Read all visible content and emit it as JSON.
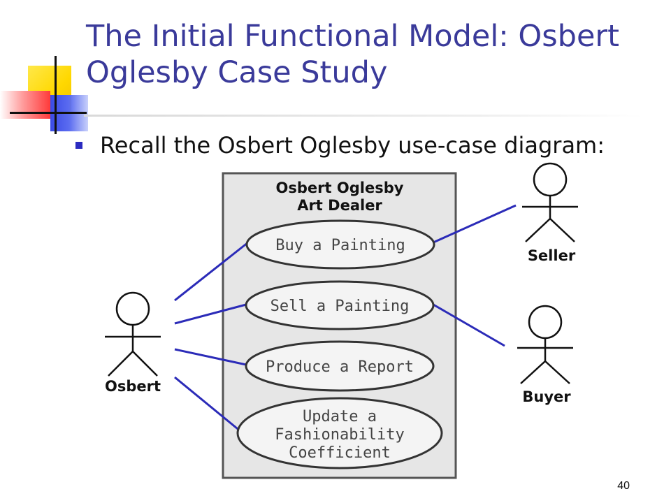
{
  "slide": {
    "title_line1": "The Initial Functional Model: Osbert",
    "title_line2": "Oglesby Case Study",
    "bullet": "Recall the Osbert Oglesby use-case diagram:",
    "page_number": "40"
  },
  "diagram": {
    "system_name_line1": "Osbert Oglesby",
    "system_name_line2": "Art Dealer",
    "actors": {
      "osbert": "Osbert",
      "seller": "Seller",
      "buyer": "Buyer"
    },
    "use_cases": {
      "buy": "Buy a Painting",
      "sell": "Sell a Painting",
      "report": "Produce a Report",
      "update_line1": "Update a",
      "update_line2": "Fashionability",
      "update_line3": "Coefficient"
    }
  },
  "colors": {
    "title": "#3a3a9a",
    "connector": "#2b2bb8",
    "system_box": "#e6e6e6"
  }
}
